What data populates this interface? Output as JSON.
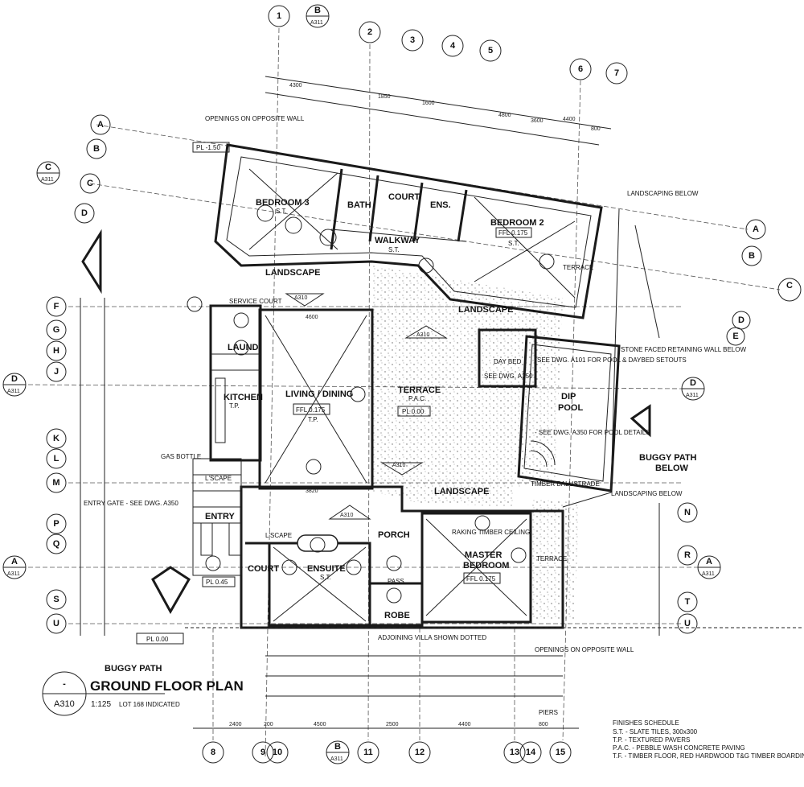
{
  "title": {
    "text": "GROUND FLOOR PLAN",
    "scale": "1:125",
    "subtitle": "LOT 168 INDICATED",
    "marker_top": "-",
    "marker_sheet": "A310"
  },
  "rooms": {
    "bedroom3": "BEDROOM 3",
    "bath": "BATH",
    "court_top": "COURT",
    "ens": "ENS.",
    "bedroom2": "BEDROOM 2",
    "walkway": "WALKWAY",
    "landscape_top": "LANDSCAPE",
    "landscape_mid": "LANDSCAPE",
    "landscape_left": "LANDSCAPE",
    "service_court": "SERVICE COURT",
    "laund": "LAUND",
    "kitchen": "KITCHEN",
    "living": "LIVING / DINING",
    "terrace": "TERRACE",
    "day_bed": "DAY BED",
    "dip_pool": "DIP",
    "dip_pool2": "POOL",
    "entry": "ENTRY",
    "lscape1": "L'SCAPE",
    "lscape2": "L'SCAPE",
    "porch": "PORCH",
    "court_low": "COURT",
    "ensuite": "ENSUITE",
    "robe": "ROBE",
    "pass": "PASS",
    "master1": "MASTER",
    "master2": "BEDROOM",
    "terrace_right": "TERRACE",
    "landscape_low": "LANDSCAPE",
    "buggy_path": "BUGGY PATH",
    "buggy_below1": "BUGGY PATH",
    "buggy_below2": "BELOW"
  },
  "levels": {
    "top": "PL -1.50",
    "bed2": "FFL 0.175",
    "living": "FFL 0.175",
    "terrace": "PL 0.00",
    "master": "FFL 0.175",
    "entry": "PL 0.45",
    "bottom": "PL 0.00"
  },
  "finish_codes": {
    "st": "S.T.",
    "tp": "T.P.",
    "pac": "P.A.C."
  },
  "notes": {
    "landscaping_below1": "LANDSCAPING BELOW",
    "landscaping_below2": "LANDSCAPING BELOW",
    "stone_wall": "STONE FACED RETAINING WALL BELOW",
    "pool_setouts": "SEE DWG. A101 FOR POOL & DAYBED SETOUTS",
    "daybed_see": "SEE DWG. A350",
    "pool_details": "- SEE DWG. A350 FOR POOL DETAILS",
    "entry_gate": "ENTRY GATE - SEE DWG. A350",
    "gas_bottle": "GAS BOTTLE",
    "timber_balustrade": "TIMBER BALUSTRADE",
    "raking_ceiling": "RAKING TIMBER CEILING",
    "adjoining": "ADJOINING VILLA SHOWN DOTTED",
    "openings": "OPENINGS ON OPPOSITE WALL",
    "piers": "PIERS"
  },
  "finishes": {
    "heading": "FINISHES SCHEDULE",
    "items": [
      "S.T. - SLATE TILES, 300x300",
      "T.P. - TEXTURED PAVERS",
      "P.A.C. - PEBBLE WASH CONCRETE PAVING",
      "T.F. - TIMBER FLOOR, RED HARDWOOD T&G TIMBER BOARDING"
    ]
  },
  "grid": {
    "top": [
      "1",
      "2",
      "3",
      "4",
      "5",
      "6",
      "7"
    ],
    "bottom": [
      "8",
      "9",
      "10",
      "11",
      "12",
      "13",
      "14",
      "15"
    ],
    "left_top": [
      "A",
      "B",
      "C",
      "D"
    ],
    "right_top": [
      "A",
      "B",
      "C",
      "D",
      "E"
    ],
    "left": [
      "F",
      "G",
      "H",
      "J",
      "K",
      "L",
      "M",
      "P",
      "Q",
      "S",
      "U"
    ],
    "right": [
      "N",
      "R",
      "T",
      "U"
    ]
  },
  "sections": {
    "b": "B",
    "c": "C",
    "d": "D",
    "a": "A",
    "sheet": "A311",
    "sheet_b": "A311",
    "sheet_310": "A310"
  },
  "dims": {
    "top": [
      "4300",
      "1850",
      "1600",
      "4800",
      "3600",
      "4400",
      "800"
    ],
    "bottom": [
      "2400",
      "200",
      "4500",
      "2500",
      "4400",
      "800"
    ],
    "living_w": "4600",
    "opening": "3820"
  }
}
